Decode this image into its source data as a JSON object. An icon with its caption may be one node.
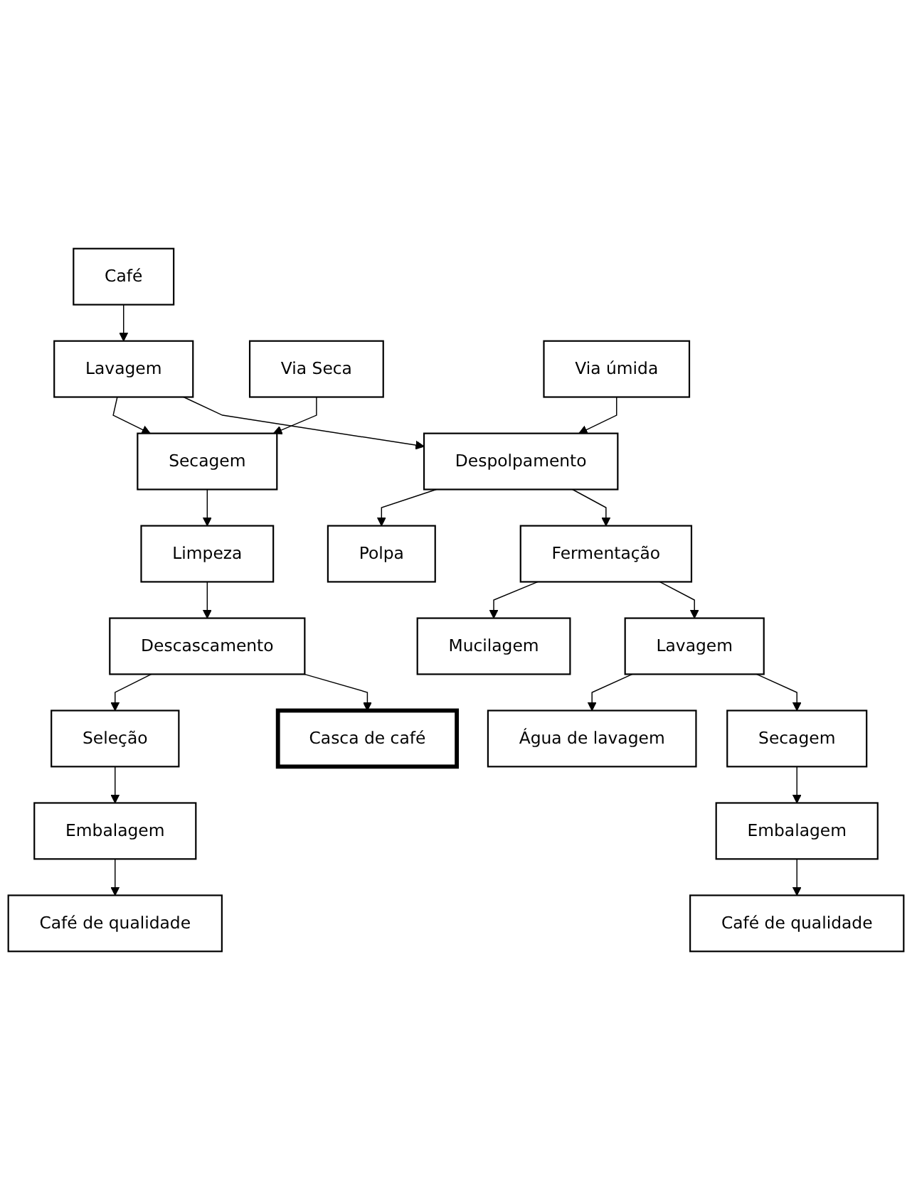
{
  "diagram": {
    "nodes": [
      {
        "text": [
          "Café"
        ]
      },
      {
        "text": [
          "Lavagem"
        ]
      },
      {
        "text": [
          "Via Seca"
        ]
      },
      {
        "text": [
          "Via úmida"
        ]
      },
      {
        "text": [
          "Secagem"
        ]
      },
      {
        "text": [
          "Polpa"
        ]
      },
      {
        "text": [
          "Despolpamento"
        ]
      },
      {
        "text": [
          "Limpeza"
        ]
      },
      {
        "text": [
          "Mucilagem"
        ]
      },
      {
        "text": [
          "Fermentação"
        ]
      },
      {
        "text": [
          "Descascamento"
        ]
      },
      {
        "text": [
          "Água de lavagem"
        ]
      },
      {
        "text": [
          "Lavagem"
        ]
      },
      {
        "text": [
          "Seleção"
        ]
      },
      {
        "text": [
          "Secagem"
        ]
      },
      {
        "text": [
          "Embalagem"
        ]
      },
      {
        "text": [
          "Embalagem"
        ]
      },
      {
        "text": [
          "Café de qualidade"
        ]
      },
      {
        "text": [
          "Casca de café"
        ]
      },
      {
        "text": [
          "Café de qualidade"
        ]
      }
    ],
    "edges": [
      {
        "from": 0,
        "to": 1,
        "arrow": "to"
      },
      {
        "from": 1,
        "to": 4,
        "arrow": "to"
      },
      {
        "from": 1,
        "to": 6,
        "arrow": "to"
      },
      {
        "from": 2,
        "to": 4,
        "arrow": "to"
      },
      {
        "from": 3,
        "to": 6,
        "arrow": "to"
      },
      {
        "from": 4,
        "to": 7,
        "arrow": "to"
      },
      {
        "from": 7,
        "to": 10,
        "arrow": "to"
      },
      {
        "from": 10,
        "to": 13,
        "arrow": "to"
      },
      {
        "from": 13,
        "to": 15,
        "arrow": "to"
      },
      {
        "from": 15,
        "to": 17,
        "arrow": "to"
      },
      {
        "from": 10,
        "to": 18,
        "arrow": "to"
      },
      {
        "from": 6,
        "to": 5,
        "arrow": "to"
      },
      {
        "from": 6,
        "to": 9,
        "arrow": "to"
      },
      {
        "from": 9,
        "to": 8,
        "arrow": "to"
      },
      {
        "from": 9,
        "to": 12,
        "arrow": "to"
      },
      {
        "from": 12,
        "to": 11,
        "arrow": "to"
      },
      {
        "from": 12,
        "to": 14,
        "arrow": "to"
      },
      {
        "from": 14,
        "to": 16,
        "arrow": "to"
      },
      {
        "from": 16,
        "to": 19,
        "arrow": "to"
      }
    ]
  }
}
